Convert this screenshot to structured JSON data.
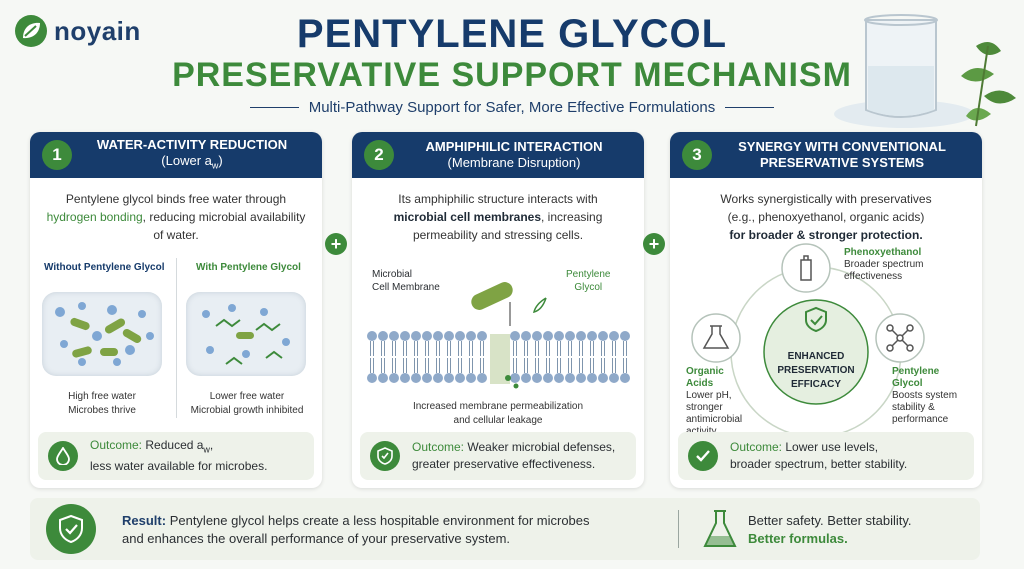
{
  "brand": {
    "name": "noyain"
  },
  "header": {
    "title_line1": "PENTYLENE GLYCOL",
    "title_line2": "PRESERVATIVE SUPPORT MECHANISM",
    "subtitle": "Multi-Pathway Support for Safer, More Effective Formulations"
  },
  "cards": [
    {
      "number": "1",
      "title": "WATER-ACTIVITY REDUCTION",
      "subtitle_pre": "(Lower a",
      "subtitle_sub": "w",
      "subtitle_post": ")",
      "desc_1": "Pentylene glycol binds free water through",
      "desc_highlight": "hydrogen bonding",
      "desc_2": ", reducing microbial availability of water.",
      "panel_left_label": "Without Pentylene Glycol",
      "panel_right_label": "With Pentylene Glycol",
      "panel_left_caption_1": "High free water",
      "panel_left_caption_2": "Microbes thrive",
      "panel_right_caption_1": "Lower free water",
      "panel_right_caption_2": "Microbial growth inhibited",
      "outcome_label": "Outcome:",
      "outcome_text_1": "Reduced a",
      "outcome_sub": "w",
      "outcome_text_2": ",",
      "outcome_text_3": "less water available for microbes."
    },
    {
      "number": "2",
      "title": "AMPHIPHILIC INTERACTION",
      "subtitle": "(Membrane Disruption)",
      "desc_1": "Its amphiphilic structure interacts with",
      "desc_bold": "microbial cell membranes",
      "desc_2": ", increasing permeability and stressing cells.",
      "label_membrane_1": "Microbial",
      "label_membrane_2": "Cell Membrane",
      "label_glycol_1": "Pentylene",
      "label_glycol_2": "Glycol",
      "caption_1": "Increased membrane permeabilization",
      "caption_2": "and cellular leakage",
      "outcome_label": "Outcome:",
      "outcome_text_1": "Weaker microbial defenses,",
      "outcome_text_2": "greater preservative effectiveness."
    },
    {
      "number": "3",
      "title_1": "SYNERGY WITH CONVENTIONAL",
      "title_2": "PRESERVATIVE SYSTEMS",
      "desc_1": "Works synergistically with preservatives",
      "desc_2": "(e.g., phenoxyethanol, organic acids)",
      "desc_bold": "for broader & stronger protection.",
      "hub_1": "ENHANCED",
      "hub_2": "PRESERVATION",
      "hub_3": "EFFICACY",
      "node_top_title": "Phenoxyethanol",
      "node_top_text_1": "Broader spectrum",
      "node_top_text_2": "effectiveness",
      "node_left_title_1": "Organic",
      "node_left_title_2": "Acids",
      "node_left_text_1": "Lower pH,",
      "node_left_text_2": "stronger",
      "node_left_text_3": "antimicrobial",
      "node_left_text_4": "activity",
      "node_right_title_1": "Pentylene",
      "node_right_title_2": "Glycol",
      "node_right_text_1": "Boosts system",
      "node_right_text_2": "stability &",
      "node_right_text_3": "performance",
      "outcome_label": "Outcome:",
      "outcome_text_1": "Lower use levels,",
      "outcome_text_2": "broader spectrum, better stability."
    }
  ],
  "result": {
    "label": "Result:",
    "text_1": "Pentylene glycol helps create a less hospitable environment for microbes",
    "text_2": "and enhances the overall performance of your preservative system.",
    "right_1": "Better safety. Better stability.",
    "right_2": "Better formulas."
  },
  "colors": {
    "navy": "#163b6b",
    "green": "#3d8a3b",
    "panel": "#eef2ea"
  }
}
